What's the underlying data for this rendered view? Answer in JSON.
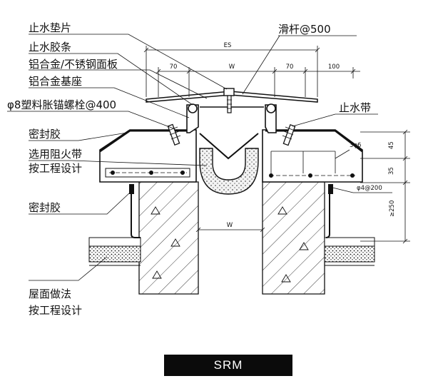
{
  "labels": {
    "water_stop_pad": "止水垫片",
    "slide_bar": "滑杆@500",
    "water_stop_strip": "止水胶条",
    "cover_plate": "铝合金/不锈钢面板",
    "base_seat": "铝合金基座",
    "anchor_bolt": "φ8塑料胀锚螺栓@400",
    "waterstop_band": "止水带",
    "sealant_top": "密封胶",
    "fire_band_1": "选用阻火带",
    "fire_band_2": "按工程设计",
    "sealant_bottom": "密封胶",
    "roof_1": "屋面做法",
    "roof_2": "按工程设计"
  },
  "dimensions": {
    "es": "ES",
    "w_top": "W",
    "seventy_left": "70",
    "seventy_right": "70",
    "hundred": "100",
    "rebar": "3φ6",
    "dim_45": "45",
    "dim_35": "35",
    "rebar_spacing": "φ4@200",
    "dim_250": "≥250",
    "w_bottom": "W"
  },
  "caption": "SRM"
}
